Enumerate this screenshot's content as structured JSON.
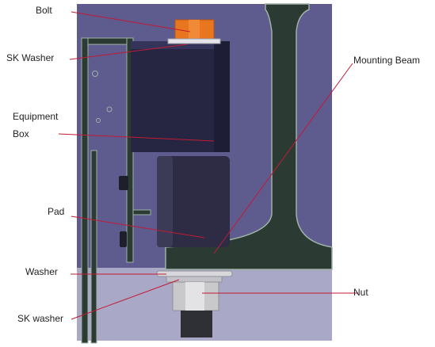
{
  "labels": {
    "bolt": "Bolt",
    "sk_washer_top": "SK Washer",
    "equipment_box_line1": "Equipment",
    "equipment_box_line2": "Box",
    "pad": "Pad",
    "washer": "Washer",
    "sk_washer_bottom": "SK washer",
    "mounting_beam": "Mounting Beam",
    "nut": "Nut"
  },
  "colors": {
    "background": "#5e5b8f",
    "floor": "#a9a8c6",
    "beam": "#2b3b34",
    "beam_edge": "#9fb0a6",
    "box": "#262643",
    "pad": "#2d2c44",
    "bolt": "#e8761e",
    "nut": "#c9c9cc",
    "leader": "#c21b34",
    "text": "#222222"
  }
}
